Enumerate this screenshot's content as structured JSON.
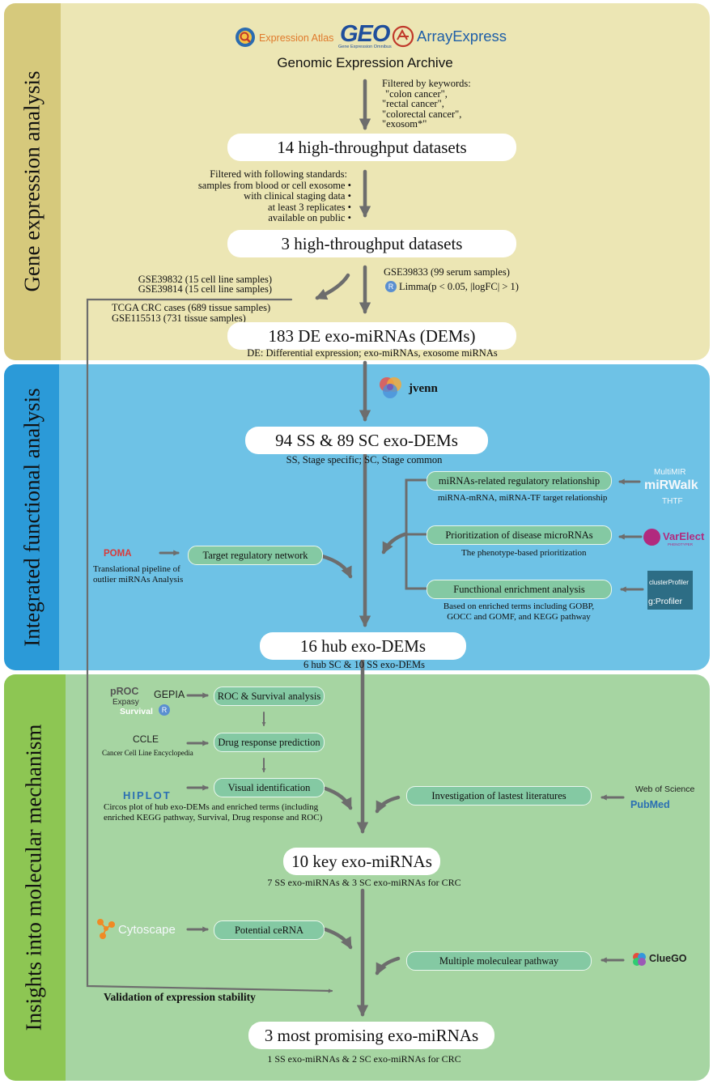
{
  "colors": {
    "section1_bg": "#ece6b4",
    "section1_tab": "#d6c97c",
    "section2_bg": "#6ec2e6",
    "section2_tab": "#2b9ad8",
    "section3_bg": "#a6d5a2",
    "section3_tab": "#8dc653",
    "arrow": "#6d6d6d",
    "box_fill": "#84c9a3"
  },
  "sections": {
    "gene_expression": "Gene expression analysis",
    "integrated": "Integrated functional analysis",
    "insights": "Insights into molecular mechanism"
  },
  "databases": {
    "expression_atlas": "Expression Atlas",
    "geo": "GEO",
    "geo_sub": "Gene Expression Omnibus",
    "arrayexpress": "ArrayExpress",
    "archive": "Genomic Expression Archive"
  },
  "filter1": {
    "title": "Filtered by keywords:",
    "k1": "\"colon cancer\",",
    "k2": "\"rectal cancer\",",
    "k3": "\"colorectal cancer\",",
    "k4": "\"exosom*\""
  },
  "step1": "14  high-throughput datasets",
  "filter2": {
    "title": "Filtered with following standards:",
    "s1": "samples from blood or cell exosome",
    "s2": "with clinical staging data",
    "s3": "at least 3 replicates",
    "s4": "available on public"
  },
  "step2": "3  high-throughput datasets",
  "left_datasets": {
    "d1": "GSE39832 (15 cell line samples)",
    "d2": "GSE39814 (15 cell line samples)",
    "d3": "TCGA  CRC cases (689 tissue samples)",
    "d4": "GSE115513 (731 tissue samples)"
  },
  "right_dataset": {
    "d1": "GSE39833 (99 serum samples)",
    "r_icon": "R",
    "limma": "Limma(p < 0.05, |logFC| > 1)"
  },
  "step3": "183 DE exo-miRNAs (DEMs)",
  "step3_note": "DE: Differential expression; exo-miRNAs, exosome miRNAs",
  "jvenn": "jvenn",
  "step4": "94 SS & 89 SC exo-DEMs",
  "step4_note": "SS, Stage specific; SC, Stage common",
  "right_boxes": {
    "b1": "miRNAs-related regulatory relationship",
    "b1_note": "miRNA-mRNA, miRNA-TF target relationship",
    "b2": "Prioritization of disease microRNAs",
    "b2_note": "The phenotype-based prioritization",
    "b3": "Functhional enrichment analysis",
    "b3_note1": "Based on enriched terms including GOBP,",
    "b3_note2": "GOCC and GOMF,  and KEGG pathway"
  },
  "tools": {
    "multimir": "MultiMIR",
    "mirwalk": "miRWalk",
    "thtf": "THTF",
    "varelect": "VarElect",
    "varelect_sub": "PHENOTYPER",
    "clusterprofiler": "clusterProfiler",
    "gprofiler": "g:Profiler",
    "poma": "POMA",
    "poma_desc1": "Translational pipeline of",
    "poma_desc2": "outlier miRNAs Analysis",
    "proc": "pROC",
    "expasy": "Expasy",
    "gepia": "GEPIA",
    "survival": "Survival",
    "r": "R",
    "ccle": "CCLE",
    "ccle_desc": "Cancer Cell Line Encyclopedia",
    "hiplot": "HIPLOT",
    "hiplot_desc1": "Circos plot of hub exo-DEMs and enriched terms (including",
    "hiplot_desc2": "enriched KEGG pathway, Survival, Drug response and ROC)",
    "wos": "Web of Science",
    "pubmed": "PubMed",
    "cytoscape": "Cytoscape",
    "cluego": "ClueGO"
  },
  "target_network": "Target regulatory network",
  "step5": "16 hub exo-DEMs",
  "step5_note": "6 hub SC & 10 SS exo-DEMs",
  "mech_boxes": {
    "roc": "ROC & Survival analysis",
    "drug": "Drug response prediction",
    "visual": "Visual identification",
    "literature": "Investigation of lastest literatures",
    "cerna": "Potential ceRNA",
    "pathway": "Multiple moleculear pathway"
  },
  "step6": "10  key exo-miRNAs",
  "step6_note": "7 SS exo-miRNAs & 3 SC exo-miRNAs for CRC",
  "validation": "Validation of expression stability",
  "step7": "3 most promising exo-miRNAs",
  "step7_note": "1 SS exo-miRNAs & 2 SC exo-miRNAs for CRC"
}
